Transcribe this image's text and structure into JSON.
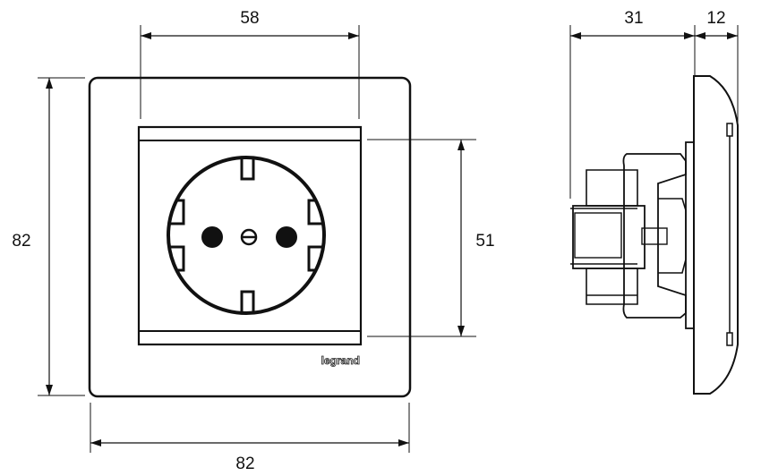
{
  "front_view": {
    "dimensions": {
      "insert_width": "58",
      "frame_height": "82",
      "insert_height": "51",
      "frame_width": "82"
    },
    "brand_logo": "legrand"
  },
  "side_view": {
    "dimensions": {
      "mechanism_depth": "31",
      "cover_depth": "12"
    }
  },
  "colors": {
    "line": "#111111",
    "background": "#ffffff"
  }
}
